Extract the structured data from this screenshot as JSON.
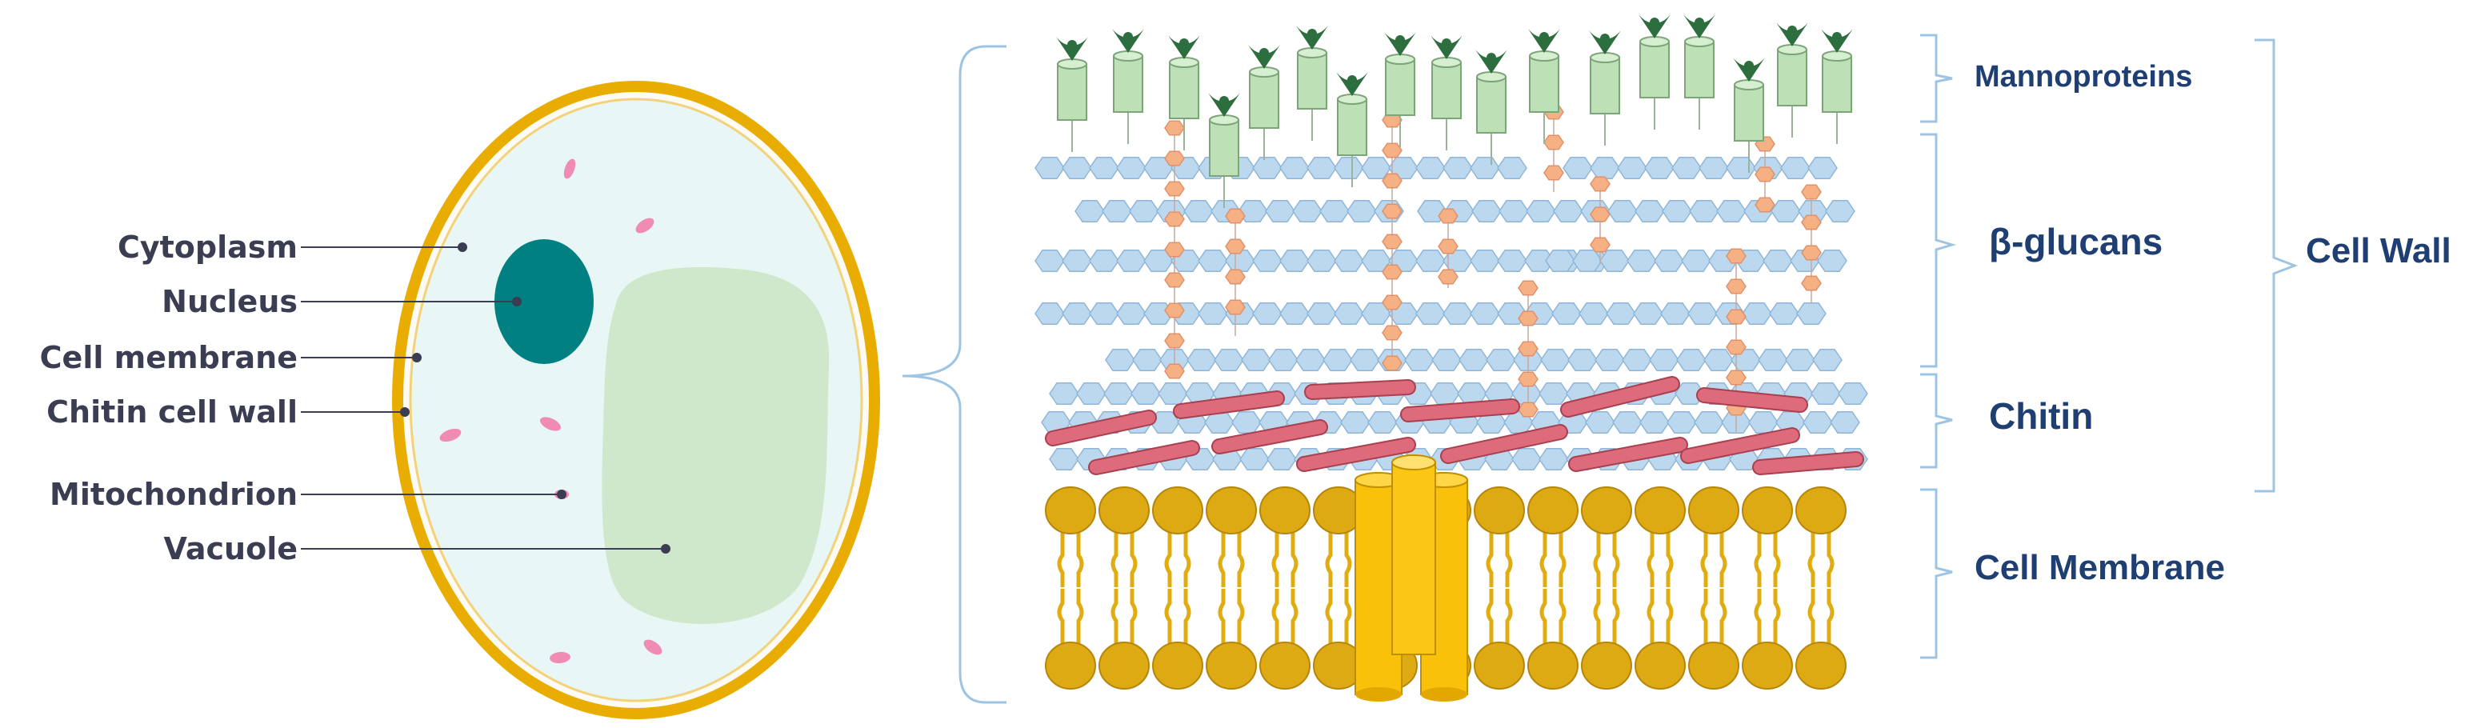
{
  "cell_labels": {
    "cytoplasm": "Cytoplasm",
    "nucleus": "Nucleus",
    "cell_membrane": "Cell membrane",
    "chitin_cell_wall": "Chitin cell wall",
    "mitochondrion": "Mitochondrion",
    "vacuole": "Vacuole"
  },
  "layer_labels": {
    "mannoproteins": "Mannoproteins",
    "beta_glucans": "β-glucans",
    "chitin": "Chitin",
    "cell_membrane": "Cell Membrane",
    "cell_wall": "Cell Wall"
  },
  "colors": {
    "cell_wall_outline": "#e8ad00",
    "cytoplasm": "#e8f6f6",
    "nucleus": "#008080",
    "vacuole": "#cfe8cc",
    "mitochondria": "#f08cb4",
    "glucan_hexagon": "#bcd8ee",
    "glucan_link": "#f5b184",
    "chitin_rod": "#dd6b7c",
    "mannoprotein_cylinder": "#bde0b7",
    "mannoprotein_head": "#2d6e3e",
    "membrane_head": "#deaa14",
    "membrane_protein": "#f9c10a",
    "bracket": "#9ec4e4",
    "label_text_left": "#3b3d52",
    "label_text_right": "#1f3f73"
  }
}
